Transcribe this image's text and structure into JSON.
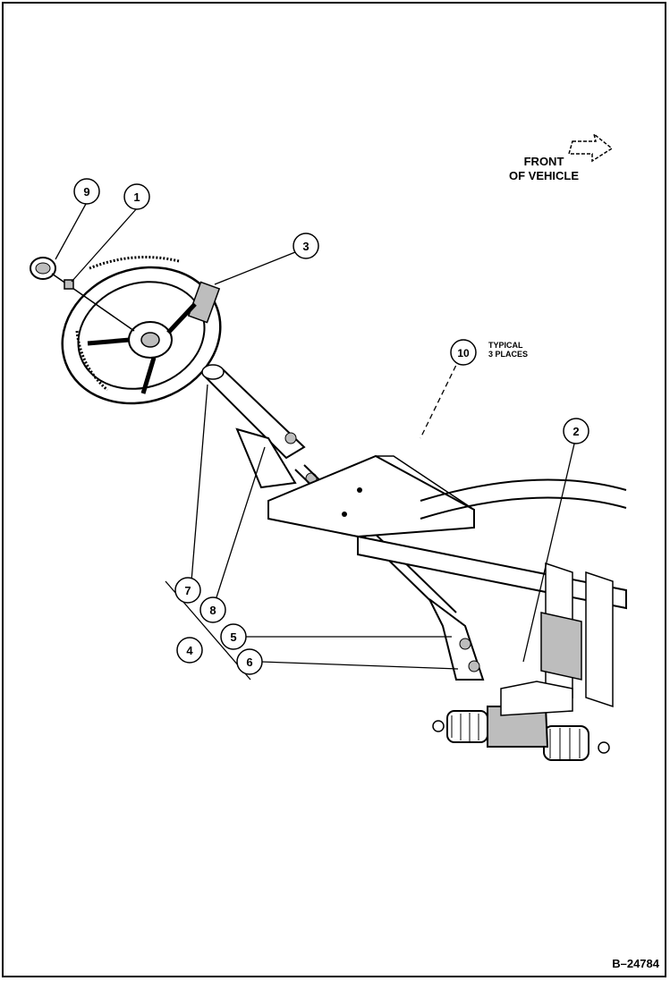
{
  "front_indicator": {
    "line1": "FRONT",
    "line2": "OF VEHICLE"
  },
  "note": {
    "callout": "10",
    "line1": "TYPICAL",
    "line2": "3 PLACES"
  },
  "callouts": [
    {
      "id": "9",
      "part": "horn-button"
    },
    {
      "id": "1",
      "part": "wheel-nut"
    },
    {
      "id": "3",
      "part": "steering-wheel"
    },
    {
      "id": "2",
      "part": "steering-gear-bolt"
    },
    {
      "id": "7",
      "part": "column-bearing"
    },
    {
      "id": "8",
      "part": "column-bolt"
    },
    {
      "id": "5",
      "part": "universal-joint-bolt"
    },
    {
      "id": "6",
      "part": "universal-joint"
    },
    {
      "id": "4",
      "part": "washer"
    }
  ],
  "drawing_id": "B–24784",
  "colors": {
    "ink": "#000000",
    "paper": "#ffffff",
    "shade": "#bdbdbd"
  }
}
